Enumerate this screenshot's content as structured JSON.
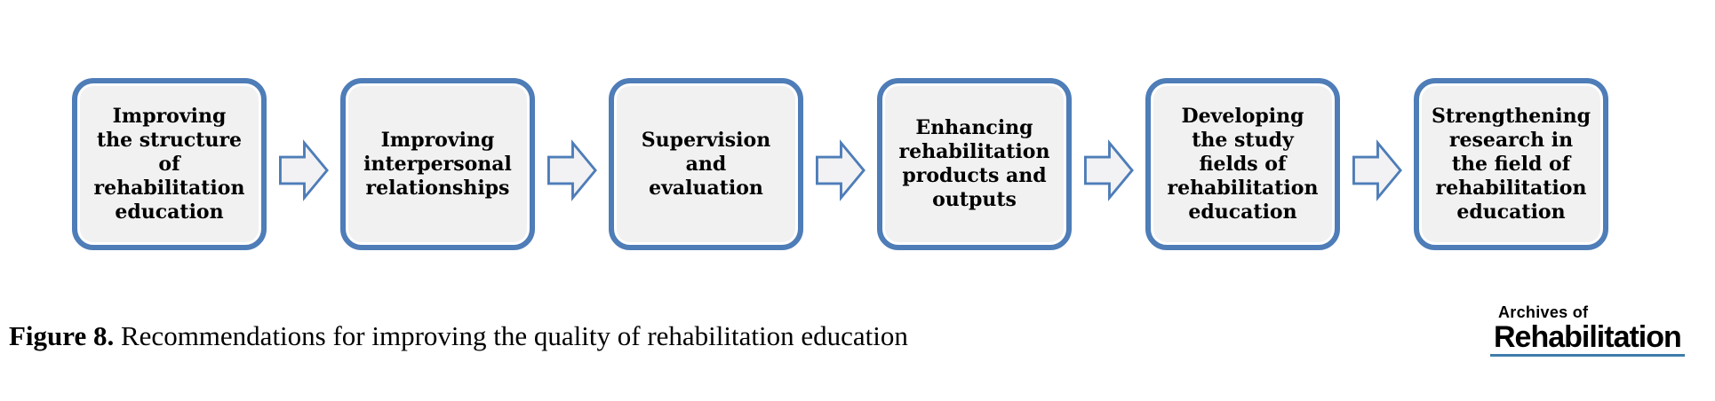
{
  "figure": {
    "flow_boxes": [
      "Improving the structure of rehabilitation education",
      "Improving interpersonal relationships",
      "Supervision and evaluation",
      "Enhancing rehabilitation products and outputs",
      "Developing the study fields of rehabilitation education",
      "Strengthening research in the field of rehabilitation education"
    ],
    "caption": {
      "label": "Figure 8.",
      "text": " Recommendations for improving the quality of rehabilitation education"
    },
    "journal_logo": {
      "top_line": "Archives of",
      "bottom_line": "Rehabilitation"
    },
    "colors": {
      "box_border": "#4e7db8",
      "box_fill": "#f1f1f1",
      "arrow_outline": "#4e7db8",
      "arrow_fill": "#f2f2f4",
      "logo_underline": "#3f7dac",
      "text": "#000000",
      "background": "#ffffff"
    }
  }
}
